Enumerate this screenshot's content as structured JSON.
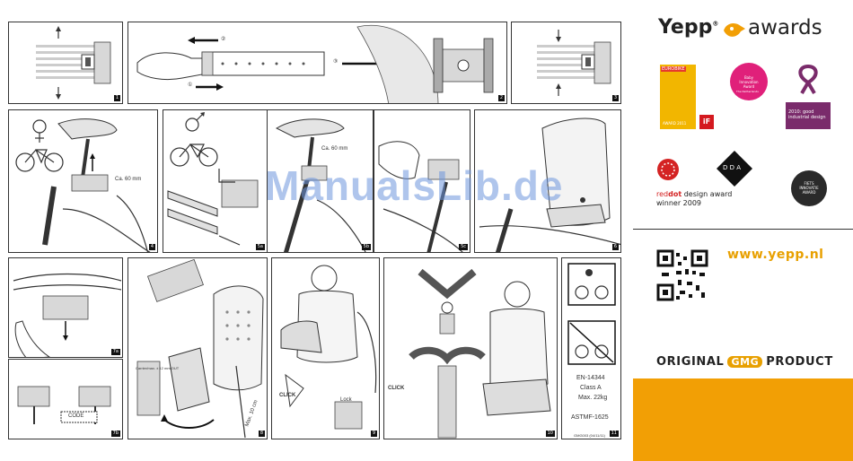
{
  "watermark": "ManualsLib.de",
  "panels": {
    "p1": "1",
    "p2": "2",
    "p3": "3",
    "p4": "4",
    "p5a": "5a",
    "p5b": "5b",
    "p5c": "5c",
    "p6": "6",
    "p7a": "7a",
    "p7b": "7b",
    "p8": "8",
    "p9": "9",
    "p10": "10",
    "p11": "11"
  },
  "labels": {
    "step1": "①",
    "step2": "②",
    "step3": "③",
    "ca60": "Ca. 60 mm",
    "ca60b": "Ca. 60 mm",
    "max": "Max. 10 cm",
    "code": "CODE",
    "click": "CLICK",
    "lock": "Lock",
    "notice": "Carrier/max. ± 12 mm/OUT"
  },
  "spec": {
    "en": "EN-14344",
    "class": "Class A",
    "max": "Max. 22kg",
    "astm": "ASTMF-1625",
    "code": "GMG003 (04/11/11)"
  },
  "right": {
    "brand": "Yepp",
    "reg": "®",
    "awards": "awards",
    "eurobike": "EUROBIKE",
    "eurobike_year": "AWARD 2011",
    "baby_award": "Baby Innovation Award",
    "baby_sub": "The Netherlands",
    "good_design": "2010: good industrial design",
    "reddot_a": "red",
    "reddot_b": "dot",
    "reddot_c": " design award",
    "reddot_year": "winner 2009",
    "dda": "D D A",
    "fiets": "FIETS INNOVATIE AWARD",
    "website": "www.yepp.nl",
    "original": "ORIGINAL",
    "gmg": "GMG",
    "product": "PRODUCT"
  },
  "colors": {
    "accent": "#f29f05",
    "watermark": "#6e96dc",
    "reddot": "#d42323"
  }
}
